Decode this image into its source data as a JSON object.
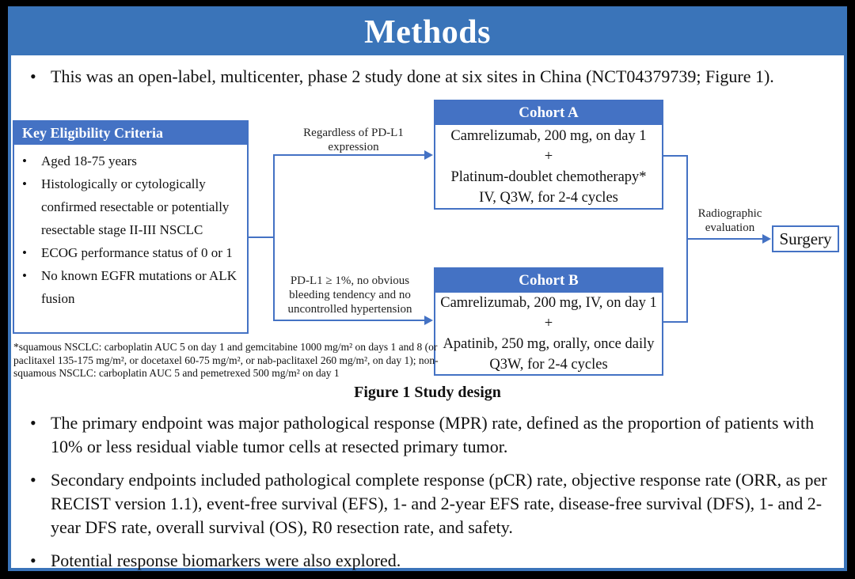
{
  "colors": {
    "banner_blue": "#3a74b9",
    "header_blue": "#4472c4",
    "line_blue": "#4472c4",
    "background": "#000000"
  },
  "bullet_glyph": "•",
  "header": {
    "title": "Methods"
  },
  "intro_bullet": "This was an open-label, multicenter, phase 2 study done at six sites in China (NCT04379739; Figure 1).",
  "figure": {
    "caption": "Figure 1 Study design",
    "eligibility": {
      "header": "Key Eligibility Criteria",
      "items": [
        "Aged 18-75 years",
        "Histologically or cytologically confirmed resectable or potentially resectable stage II-III NSCLC",
        "ECOG performance status of 0 or 1",
        "No known EGFR mutations or ALK fusion"
      ]
    },
    "branch_top_label": "Regardless of PD-L1 expression",
    "branch_bottom_label": "PD-L1 ≥ 1%, no obvious bleeding tendency and no uncontrolled hypertension",
    "cohort_a": {
      "header": "Cohort A",
      "line1": "Camrelizumab, 200 mg, on day 1",
      "line2": "+",
      "line3": "Platinum-doublet chemotherapy*",
      "line4": "IV, Q3W, for 2-4 cycles"
    },
    "cohort_b": {
      "header": "Cohort B",
      "line1": "Camrelizumab, 200 mg, IV, on day 1",
      "line2": "+",
      "line3": "Apatinib, 250 mg, orally, once daily",
      "line4": "Q3W, for 2-4 cycles"
    },
    "evaluation_label": "Radiographic evaluation",
    "surgery_label": "Surgery",
    "footnote": "*squamous NSCLC: carboplatin AUC 5 on day 1 and gemcitabine 1000 mg/m² on days 1 and 8 (or paclitaxel 135-175 mg/m², or docetaxel 60-75 mg/m², or nab-paclitaxel 260 mg/m², on day 1); non-squamous NSCLC: carboplatin AUC 5 and pemetrexed 500 mg/m² on day 1"
  },
  "endpoint_bullets": [
    "The primary endpoint was major pathological response (MPR) rate, defined as the proportion of patients with 10% or less residual viable tumor cells at resected primary tumor.",
    "Secondary endpoints included pathological complete response (pCR) rate, objective response rate (ORR, as per RECIST version 1.1), event-free survival (EFS), 1- and 2-year EFS rate, disease-free survival (DFS), 1- and 2-year DFS rate, overall survival (OS), R0 resection rate, and safety.",
    "Potential response biomarkers were also explored."
  ]
}
